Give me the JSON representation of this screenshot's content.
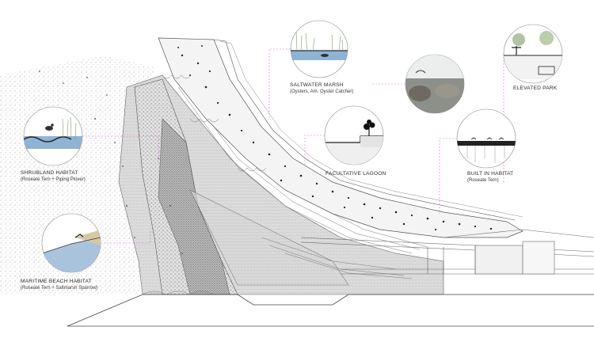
{
  "diagram": {
    "callouts": [
      {
        "id": "saltwater-marsh",
        "title": "SALTWATER MARSH",
        "subtitle": "(Oysters, Am. Oyster Catcher)",
        "image": "marsh-vignette"
      },
      {
        "id": "elevated-park",
        "title": "ELEVATED PARK",
        "subtitle": "",
        "image": "park-vignette"
      },
      {
        "id": "shrubland-habitat",
        "title": "SHRUBLAND HABITAT",
        "subtitle": "(Roseate Tern + Piping Plover)",
        "image": "plover-vignette"
      },
      {
        "id": "facultative-lagoon",
        "title": "FACULTATIVE LAGOON",
        "subtitle": "",
        "image": "lagoon-vignette"
      },
      {
        "id": "built-in-habitat",
        "title": "BUILT IN HABITAT",
        "subtitle": "(Roseate Tern)",
        "image": "tern-vignette"
      },
      {
        "id": "maritime-beach-habitat",
        "title": "MARITIME BEACH HABITAT",
        "subtitle": "(Roseate Tern + Saltmarsh Sparrow)",
        "image": "beach-vignette"
      },
      {
        "id": "photo-vignette",
        "title": "",
        "subtitle": "",
        "image": "gull-photo-vignette"
      }
    ],
    "colors": {
      "leader": "#d66fd6",
      "line": "#555555",
      "hatch": "#9a9a9a",
      "water": "#8fb3d4",
      "vegetation": "#7a9a6a",
      "paper": "#ffffff"
    }
  }
}
